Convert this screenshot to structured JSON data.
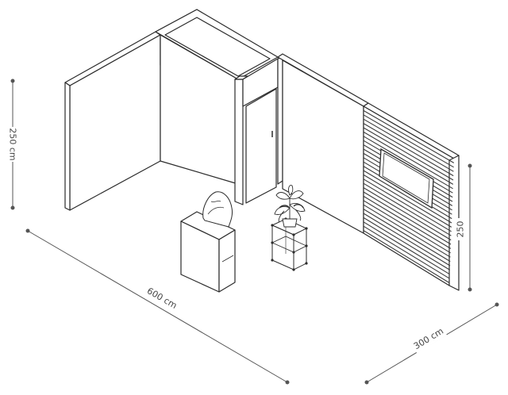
{
  "colors": {
    "line": "#2b2b2b",
    "dim_line": "#555555",
    "fill": "#ffffff",
    "slat": "#3a3a3a"
  },
  "dimensions": {
    "height_left": "250 cm",
    "width": "600 cm",
    "depth": "300 cm",
    "height_right": "250"
  }
}
